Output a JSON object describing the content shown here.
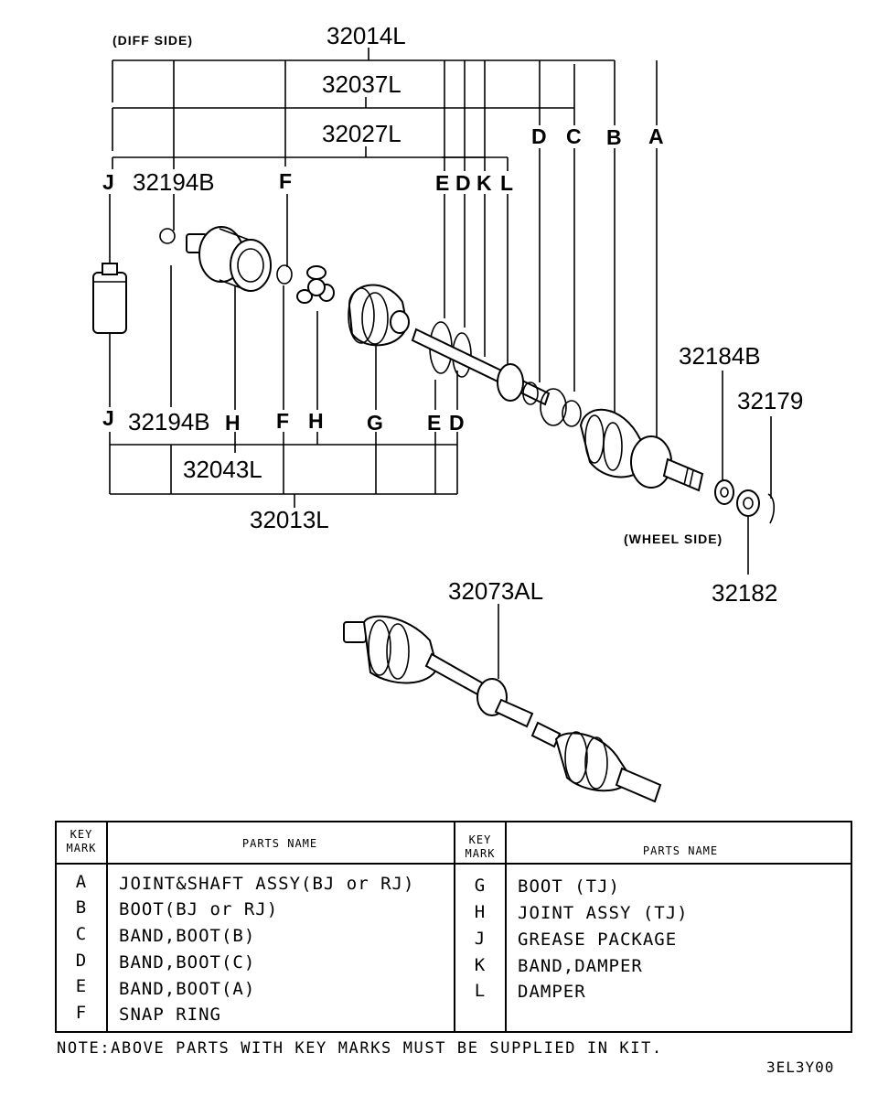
{
  "labels": {
    "diff_side": "(DIFF SIDE)",
    "wheel_side": "(WHEEL SIDE)",
    "p32014L": "32014L",
    "p32037L": "32037L",
    "p32027L": "32027L",
    "p32194B_top": "32194B",
    "p32194B_bottom": "32194B",
    "p32043L": "32043L",
    "p32013L": "32013L",
    "p32184B": "32184B",
    "p32179": "32179",
    "p32182": "32182",
    "p32073AL": "32073AL"
  },
  "key_letters": {
    "A": "A",
    "B": "B",
    "C": "C",
    "D": "D",
    "E": "E",
    "F": "F",
    "G": "G",
    "H": "H",
    "J": "J",
    "K": "K",
    "L": "L"
  },
  "table": {
    "key_mark_header_1": "KEY",
    "key_mark_header_2": "MARK",
    "parts_name_header": "PARTS NAME",
    "left_rows": [
      {
        "mark": "A",
        "name": "JOINT&SHAFT ASSY(BJ or RJ)"
      },
      {
        "mark": "B",
        "name": "BOOT(BJ or RJ)"
      },
      {
        "mark": "C",
        "name": "BAND,BOOT(B)"
      },
      {
        "mark": "D",
        "name": "BAND,BOOT(C)"
      },
      {
        "mark": "E",
        "name": "BAND,BOOT(A)"
      },
      {
        "mark": "F",
        "name": "SNAP RING"
      }
    ],
    "right_rows": [
      {
        "mark": "G",
        "name": "BOOT (TJ)"
      },
      {
        "mark": "H",
        "name": "JOINT ASSY (TJ)"
      },
      {
        "mark": "J",
        "name": "GREASE PACKAGE"
      },
      {
        "mark": "K",
        "name": "BAND,DAMPER"
      },
      {
        "mark": "L",
        "name": "DAMPER"
      }
    ]
  },
  "note": "NOTE:ABOVE PARTS WITH KEY MARKS MUST BE SUPPLIED IN KIT.",
  "drawing_code": "3EL3Y00"
}
